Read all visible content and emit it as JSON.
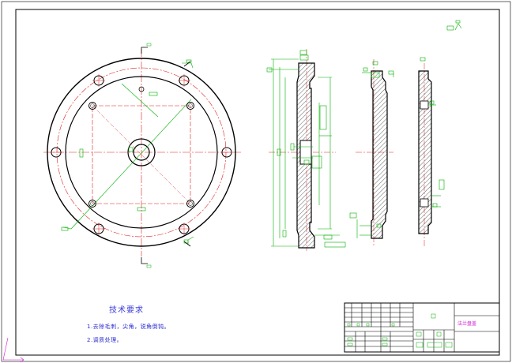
{
  "notes": {
    "title": "技术要求",
    "items": [
      "1.去除毛刺，尖角，锐角倒钝。",
      "2.调质处理。"
    ]
  },
  "title_block": {
    "drawing_name": "法兰盘盖"
  },
  "colors": {
    "outline": "#000000",
    "center_line": "#e02020",
    "dimension": "#00b000",
    "hatch": "#000000",
    "annotation": "#d020d0"
  }
}
